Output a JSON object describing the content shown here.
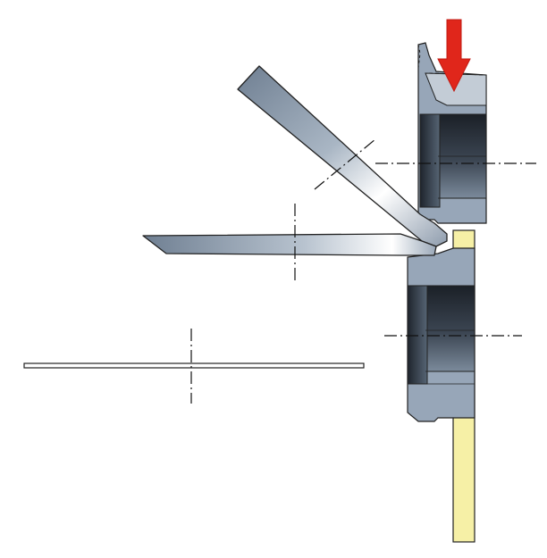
{
  "diagram": {
    "colors": {
      "background": "#ffffff",
      "outline": "#222222",
      "steel_light": "#c3ccd6",
      "steel_mid": "#97a6b8",
      "steel_dark": "#4e5d6d",
      "steel_deep": "#1b2027",
      "sheet_light": "#ffffff",
      "sheet_dark": "#6f7f92",
      "guide_yellow": "#f6f0a6",
      "arrow_red": "#e0261b",
      "centerline": "#111111"
    },
    "parts": [
      "press-arrow",
      "upper-die",
      "lower-die",
      "guide-rail",
      "tilted-sheet",
      "horizontal-sheet",
      "flat-blank",
      "centerlines"
    ]
  }
}
